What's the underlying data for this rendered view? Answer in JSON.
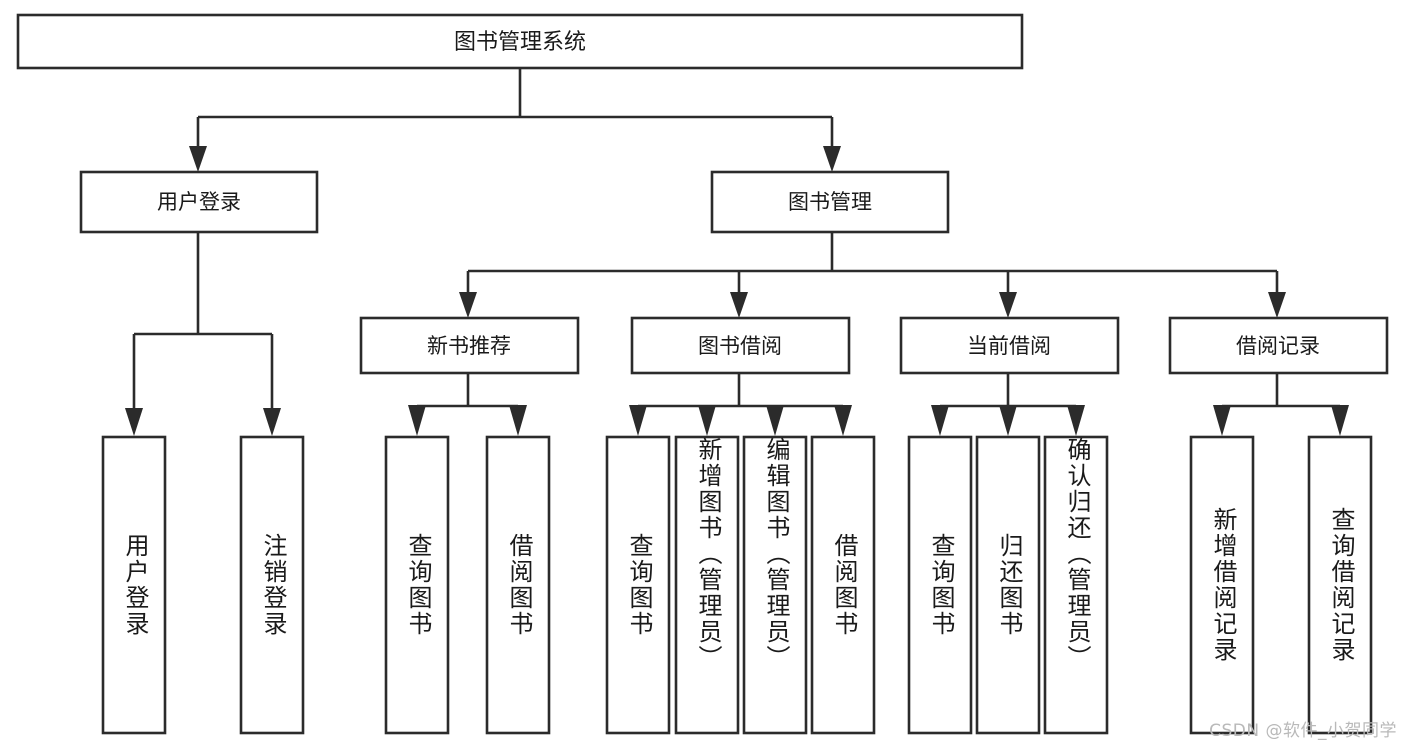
{
  "diagram": {
    "type": "tree-hierarchy",
    "title": "图书管理系统",
    "root": {
      "id": "root",
      "label": "图书管理系统"
    },
    "level1": [
      {
        "id": "user-login",
        "label": "用户登录"
      },
      {
        "id": "book-manage",
        "label": "图书管理"
      }
    ],
    "level2": [
      {
        "id": "new-book-recommend",
        "label": "新书推荐",
        "parent": "book-manage"
      },
      {
        "id": "book-borrow",
        "label": "图书借阅",
        "parent": "book-manage"
      },
      {
        "id": "current-borrow",
        "label": "当前借阅",
        "parent": "book-manage"
      },
      {
        "id": "borrow-record",
        "label": "借阅记录",
        "parent": "book-manage"
      }
    ],
    "leaves": [
      {
        "id": "leaf-user-login",
        "label": "用户登录",
        "parent": "user-login"
      },
      {
        "id": "leaf-user-logout",
        "label": "注销登录",
        "parent": "user-login"
      },
      {
        "id": "leaf-query-book-1",
        "label": "查询图书",
        "parent": "new-book-recommend"
      },
      {
        "id": "leaf-borrow-book-1",
        "label": "借阅图书",
        "parent": "new-book-recommend"
      },
      {
        "id": "leaf-query-book-2",
        "label": "查询图书",
        "parent": "book-borrow"
      },
      {
        "id": "leaf-add-book",
        "label": "新增图书（管理员）",
        "parent": "book-borrow"
      },
      {
        "id": "leaf-edit-book",
        "label": "编辑图书（管理员）",
        "parent": "book-borrow"
      },
      {
        "id": "leaf-borrow-book-2",
        "label": "借阅图书",
        "parent": "book-borrow"
      },
      {
        "id": "leaf-query-book-3",
        "label": "查询图书",
        "parent": "current-borrow"
      },
      {
        "id": "leaf-return-book",
        "label": "归还图书",
        "parent": "current-borrow"
      },
      {
        "id": "leaf-confirm-return",
        "label": "确认归还（管理员）",
        "parent": "current-borrow"
      },
      {
        "id": "leaf-add-record",
        "label": "新增借阅记录",
        "parent": "borrow-record"
      },
      {
        "id": "leaf-query-record",
        "label": "查询借阅记录",
        "parent": "borrow-record"
      }
    ],
    "colors": {
      "stroke": "#2b2b2b",
      "fill": "#ffffff",
      "text": "#1a1a1a",
      "watermark": "#b9b9b9"
    }
  },
  "watermark": {
    "text": "CSDN @软件_小贺同学"
  }
}
